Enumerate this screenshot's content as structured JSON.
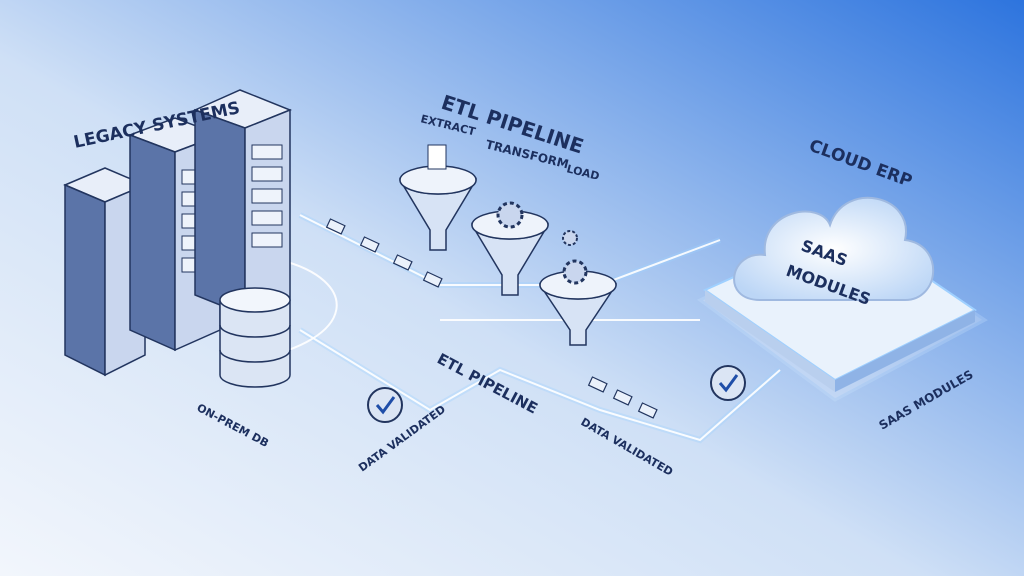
{
  "labels": {
    "legacy_systems": "LEGACY SYSTEMS",
    "etl_pipeline_top": "ETL PIPELINE",
    "extract": "EXTRACT",
    "transform": "TRANSFORM",
    "load": "LOAD",
    "cloud_erp": "CLOUD ERP",
    "saas_modules_cloud_line1": "SAAS",
    "saas_modules_cloud_line2": "MODULES",
    "on_prem_db": "ON-PREM DB",
    "data_validated_left": "DATA VALIDATED",
    "etl_pipeline_bottom": "ETL PIPELINE",
    "data_validated_right": "DATA VALIDATED",
    "saas_modules_bottom": "SAAS MODULES"
  },
  "colors": {
    "bg_light": "#eef4fc",
    "bg_dark": "#2d74de",
    "ink": "#1c2f5e",
    "glow": "#9fd0ff"
  }
}
